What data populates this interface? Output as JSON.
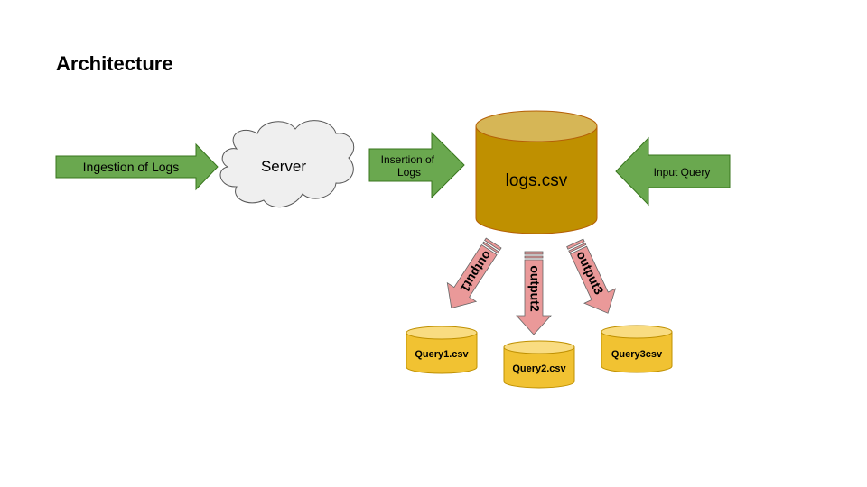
{
  "title": "Architecture",
  "nodes": {
    "ingestion_arrow": "Ingestion of Logs",
    "server": "Server",
    "insertion_arrow": [
      "Insertion of",
      "Logs"
    ],
    "logs_db": "logs.csv",
    "input_arrow": "Input Query",
    "query1": "Query1.csv",
    "query2": "Query2.csv",
    "query3": "Query3csv"
  },
  "outputs": {
    "output1": "output1",
    "output2": "output2",
    "output3": "output3"
  },
  "colors": {
    "green_arrow": "#6aa84f",
    "logs_body": "#bf9000",
    "logs_top": "#d6b656",
    "query_body": "#f1c232",
    "query_top": "#f9dc81",
    "pink_arrow": "#ea9999",
    "cloud_fill": "#efefef"
  }
}
